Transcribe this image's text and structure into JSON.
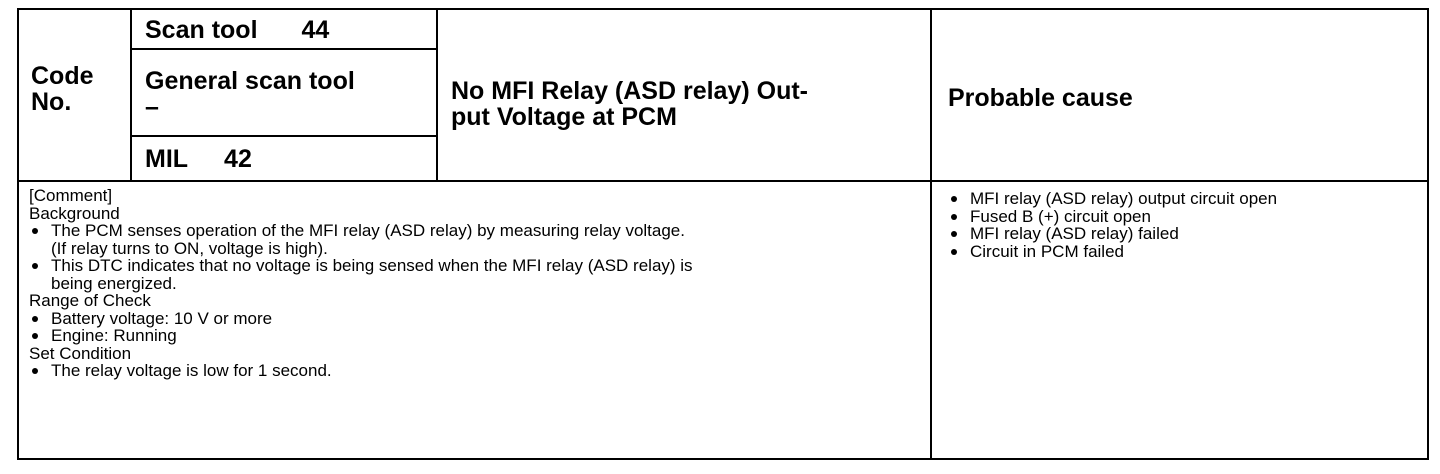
{
  "header": {
    "code_label_1": "Code",
    "code_label_2": "No.",
    "scan_tool_label": "Scan tool",
    "scan_tool_value": "44",
    "general_scan_tool_label": "General scan tool",
    "general_scan_tool_value": "–",
    "mil_label": "MIL",
    "mil_value": "42",
    "title_line_1": "No MFI Relay (ASD relay) Out-",
    "title_line_2": "put Voltage at PCM",
    "probable_cause_label": "Probable cause"
  },
  "comment": {
    "comment_heading": "[Comment]",
    "background_heading": "Background",
    "background_bullets": [
      {
        "line1": "The PCM senses operation of the MFI relay (ASD relay) by measuring relay voltage.",
        "line2": "(If relay turns to ON, voltage is high)."
      },
      {
        "line1": "This DTC indicates that no voltage is being sensed when the MFI relay (ASD relay) is",
        "line2": "being energized."
      }
    ],
    "range_heading": "Range of Check",
    "range_bullets": [
      "Battery voltage: 10 V or more",
      "Engine: Running"
    ],
    "set_heading": "Set Condition",
    "set_bullets": [
      "The relay voltage is low for 1 second."
    ]
  },
  "probable_causes": [
    "MFI relay (ASD relay) output circuit open",
    "Fused B (+) circuit open",
    "MFI relay (ASD relay) failed",
    "Circuit in PCM failed"
  ]
}
